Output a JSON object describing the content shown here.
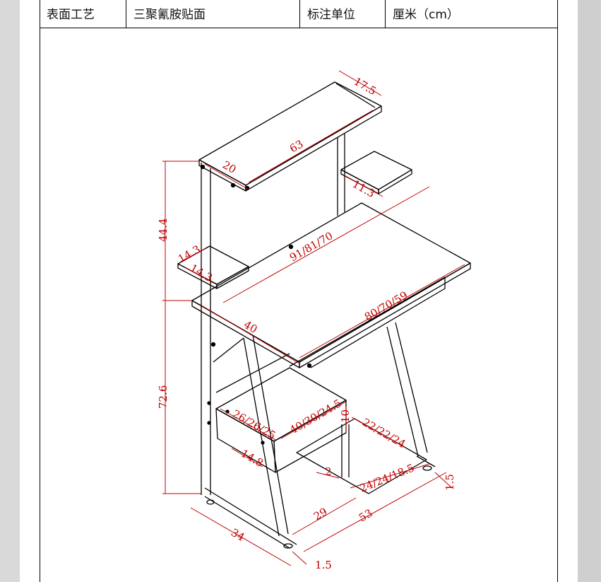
{
  "spec_table": {
    "surface_process_label": "表面工艺",
    "surface_process_value": "三聚氰胺贴面",
    "unit_label": "标注单位",
    "unit_value": "厘米（cm）"
  },
  "dimensions": {
    "top_shelf_depth": "17.5",
    "top_shelf_width": "63",
    "top_shelf_left": "20",
    "side_shelf_right": "11.3",
    "upper_height": "44.4",
    "left_shelf_a": "14.3",
    "left_shelf_b": "14.3",
    "desk_length": "91/81/70",
    "desk_front": "80/70/59",
    "desk_depth": "40",
    "total_height": "72.6",
    "drawer_side": "26/26/25",
    "drawer_front": "40/30/24.5",
    "drawer_height": "10",
    "drawer_inner": "14.8",
    "bottom_shelf": "22/22/24",
    "bottom_board": "24/24/18.5",
    "foot_gap": "2",
    "base_29": "29",
    "base_53": "53",
    "base_34": "34",
    "leg_right": "1.5",
    "leg_front": "1.5"
  },
  "colors": {
    "line": "#000000",
    "dimension": "#c00000",
    "page": "#ffffff",
    "background": "#d9d9d9"
  }
}
